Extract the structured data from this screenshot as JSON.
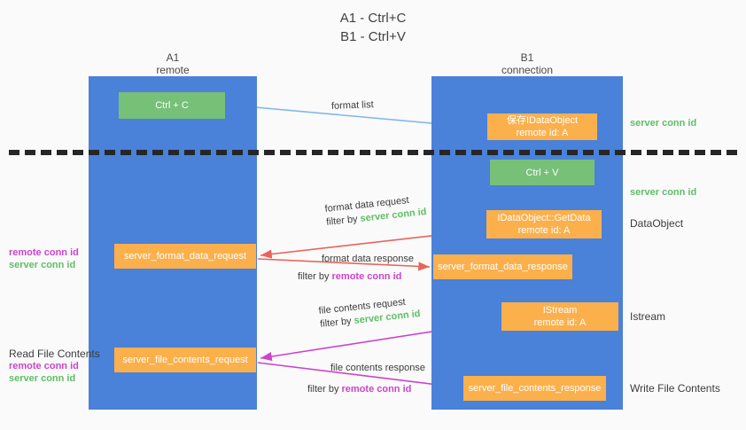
{
  "title": {
    "line1": "A1 - Ctrl+C",
    "line2": "B1 - Ctrl+V"
  },
  "columns": {
    "left": {
      "name": "A1",
      "role": "remote"
    },
    "right": {
      "name": "B1",
      "role": "connection"
    }
  },
  "nodes": {
    "ctrl_c": {
      "label": "Ctrl + C",
      "color": "#77c078"
    },
    "ctrl_v": {
      "label": "Ctrl + V",
      "color": "#77c078"
    },
    "save_dataobject": {
      "line1": "保存IDataObject",
      "line2": "remote id: A",
      "color": "#fbb04c"
    },
    "getdata": {
      "line1": "IDataObject::GetData",
      "line2": "remote id: A",
      "color": "#fbb04c"
    },
    "istream": {
      "line1": "IStream",
      "line2": "remote id: A",
      "color": "#fbb04c"
    },
    "format_data_request": {
      "label": "server_format_data_request",
      "color": "#fbb04c"
    },
    "format_data_response": {
      "label": "server_format_data_response",
      "color": "#fbb04c"
    },
    "file_contents_request": {
      "label": "server_file_contents_request",
      "color": "#fbb04c"
    },
    "file_contents_response": {
      "label": "server_file_contents_response",
      "color": "#fbb04c"
    }
  },
  "edges": {
    "format_list": "format list",
    "format_data_request": "format data request",
    "format_data_request_filter_prefix": "filter by ",
    "format_data_request_filter_value": "server conn id",
    "format_data_response": "format data response",
    "format_data_response_filter_prefix": "filter by ",
    "format_data_response_filter_value": "remote conn id",
    "file_contents_request": "file contents request",
    "file_contents_request_filter_prefix": "filter by ",
    "file_contents_request_filter_value": "server conn id",
    "file_contents_response": "file contents response",
    "file_contents_response_filter_prefix": "filter by ",
    "file_contents_response_filter_value": "remote conn id"
  },
  "annotations": {
    "server_conn_id_top": "server conn id",
    "server_conn_id_mid": "server conn id",
    "dataobject": "DataObject",
    "istream": "Istream",
    "write_file_contents": "Write File Contents",
    "read_file_contents": "Read File Contents",
    "remote_conn_id_mid": "remote conn id",
    "server_conn_id_left_mid": "server conn id",
    "remote_conn_id_bottom": "remote conn id",
    "server_conn_id_left_bottom": "server conn id"
  },
  "colors": {
    "panel_blue": "#4a81d9",
    "node_green": "#77c078",
    "node_orange": "#fbb04c",
    "arrow_blue": "#7fb8ea",
    "arrow_red": "#e8645a",
    "arrow_magenta": "#cc44cc",
    "arrow_black": "#1a1a1a",
    "green_text": "#5fbe66",
    "magenta_text": "#cc44cc",
    "divider": "#262626",
    "background": "#fafafa"
  }
}
